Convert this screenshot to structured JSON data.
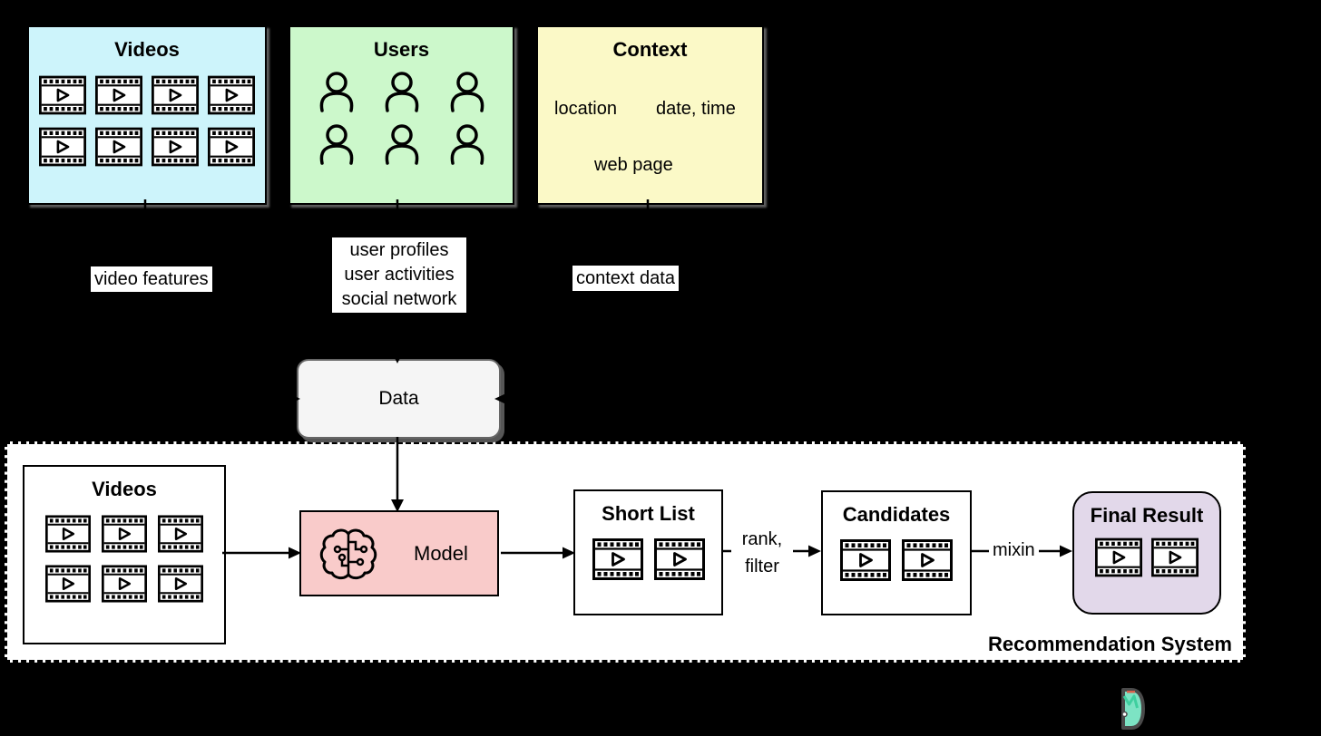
{
  "canvas": {
    "background": "#000000"
  },
  "sources": {
    "videos": {
      "title": "Videos",
      "fill": "#cdf4fb",
      "icon": "film-icon",
      "icon_count": 8
    },
    "users": {
      "title": "Users",
      "fill": "#ccf8cb",
      "icon": "person-icon",
      "icon_count": 6
    },
    "context": {
      "title": "Context",
      "fill": "#fbf9c7",
      "items": [
        "location",
        "date, time",
        "web page"
      ]
    }
  },
  "arrow_labels": {
    "video_features": "video features",
    "user_data_lines": [
      "user profiles",
      "user activities",
      "social network"
    ],
    "context_data": "context data",
    "rank_filter_lines": [
      "rank,",
      "filter"
    ],
    "mixin": "mixin"
  },
  "data_node": {
    "label": "Data",
    "fill": "#f5f5f5",
    "border": "#666666"
  },
  "system": {
    "label": "Recommendation System",
    "videos": {
      "title": "Videos",
      "icon": "film-icon",
      "icon_count": 6
    },
    "model": {
      "label": "Model",
      "fill": "#f9cbca",
      "icon": "brain-circuit-icon"
    },
    "short_list": {
      "title": "Short List",
      "icon": "film-icon",
      "icon_count": 2
    },
    "candidates": {
      "title": "Candidates",
      "icon": "film-icon",
      "icon_count": 2
    },
    "final_result": {
      "title": "Final Result",
      "fill": "#e2d8ea",
      "icon": "film-icon",
      "icon_count": 2
    }
  },
  "logo": {
    "name": "brand-logo",
    "mint": "#7de3c4",
    "outline": "#4a4a4a"
  }
}
